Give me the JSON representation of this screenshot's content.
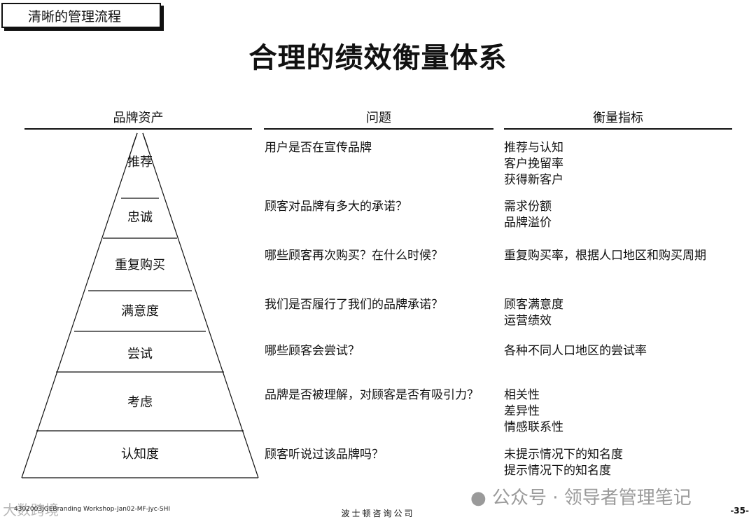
{
  "header": {
    "tag": "清晰的管理流程",
    "title": "合理的绩效衡量体系"
  },
  "columns": {
    "assets": "品牌资产",
    "questions": "问题",
    "metrics": "衡量指标"
  },
  "pyramid": {
    "levels": [
      "推荐",
      "忠诚",
      "重复购买",
      "满意度",
      "尝试",
      "考虑",
      "认知度"
    ]
  },
  "questions": [
    "用户是否在宣传品牌",
    "顾客对品牌有多大的承诺？",
    "哪些顾客再次购买？在什么时候？",
    "我们是否履行了我们的品牌承诺？",
    "哪些顾客会尝试？",
    "品牌是否被理解，对顾客是否有吸引力？",
    "顾客听说过该品牌吗？"
  ],
  "metrics": [
    [
      "推荐与认知",
      "客户挽留率",
      "获得新客户"
    ],
    [
      "需求份额",
      "品牌溢价"
    ],
    [
      "重复购买率，根据人口地区和购买周期"
    ],
    [
      "顾客满意度",
      "运营绩效"
    ],
    [
      "各种不同人口地区的尝试率"
    ],
    [
      "相关性",
      "差异性",
      "情感联系性"
    ],
    [
      "未提示情况下的知名度",
      "提示情况下的知名度"
    ]
  ],
  "footer": {
    "left": "4302003JGEBranding Workshop-Jan02-MF-jyc-SHI",
    "center": "波士顿咨询公司",
    "page": "-35-",
    "watermark": "公众号 · 领导者管理笔记",
    "watermark2": "大数跨境"
  }
}
